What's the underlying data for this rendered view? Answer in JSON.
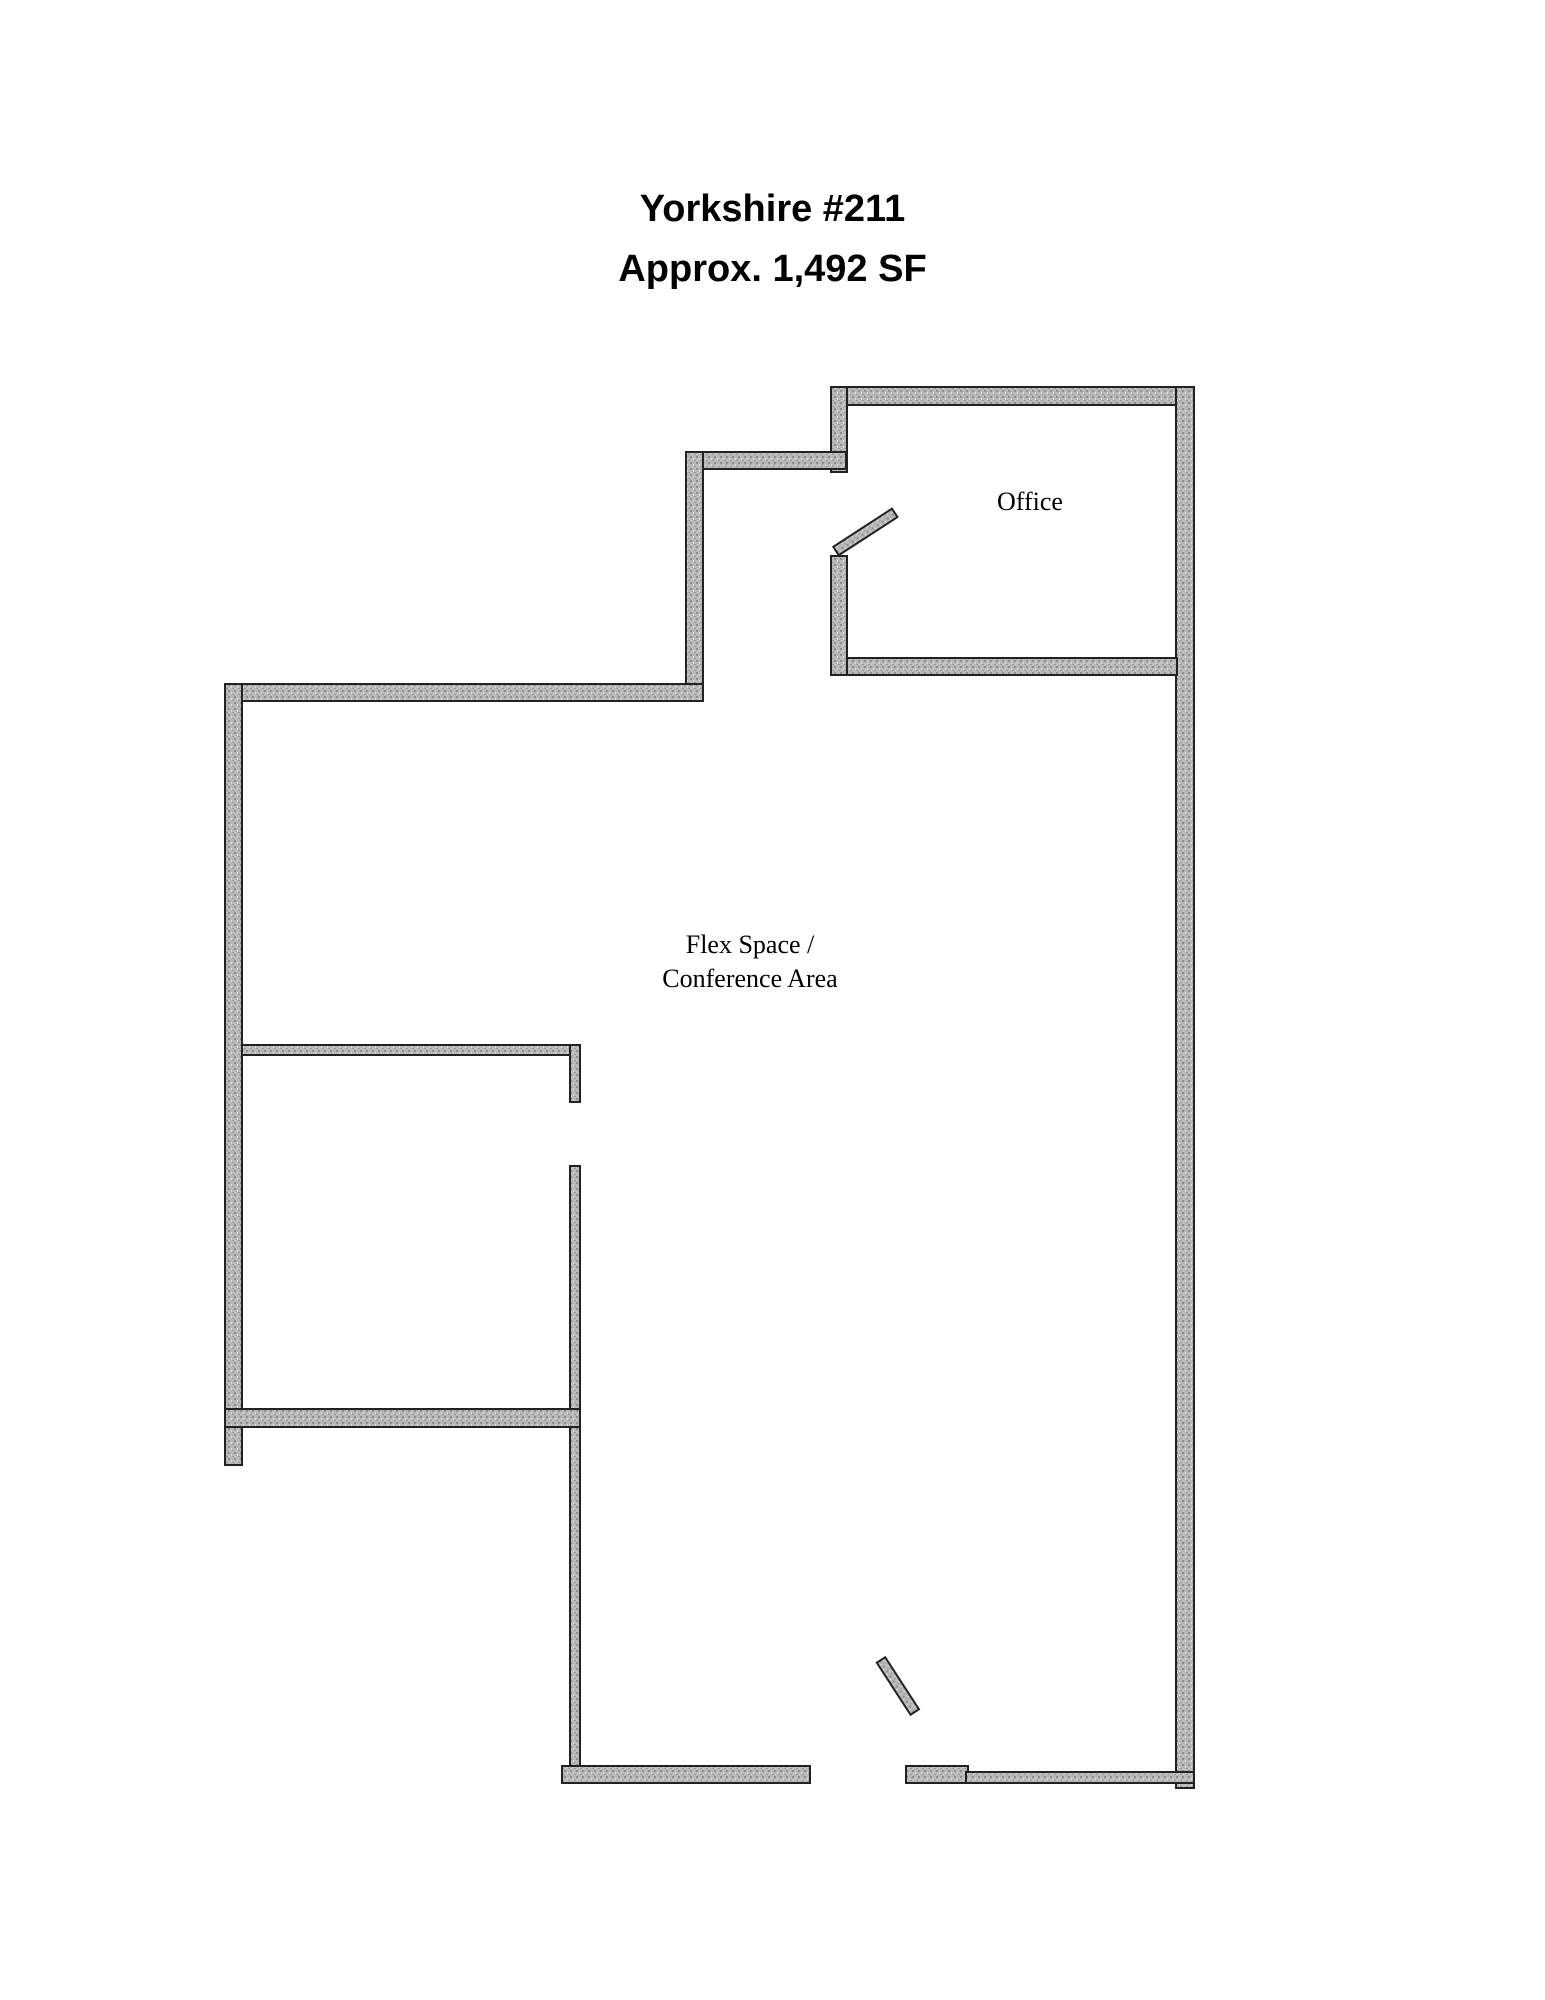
{
  "header": {
    "title": "Yorkshire #211",
    "subtitle": "Approx. 1,492 SF"
  },
  "rooms": {
    "office": "Office",
    "flex_line1": "Flex Space /",
    "flex_line2": "Conference Area"
  },
  "colors": {
    "wall_fill": "#b4b4b4",
    "wall_stroke": "#222222"
  }
}
